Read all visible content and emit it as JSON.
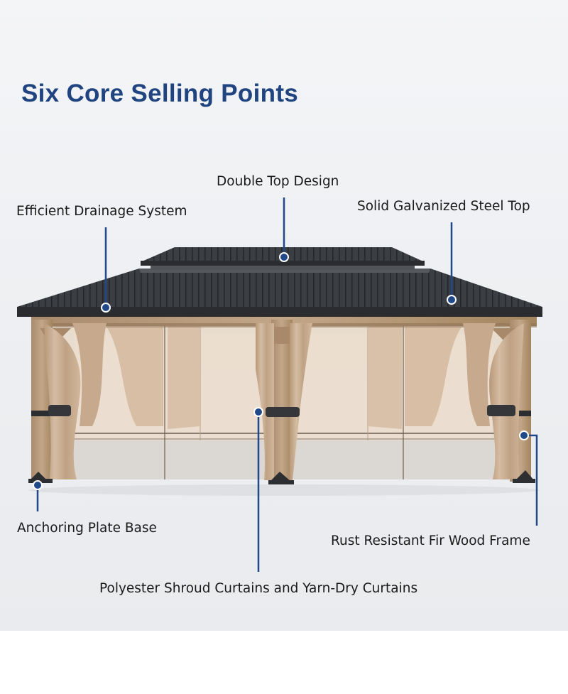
{
  "title": "Six Core Selling Points",
  "colors": {
    "title": "#1f4480",
    "callout": "#21498a",
    "roof": "#3a3d42",
    "wood": "#b79a7c",
    "curtain": "#c9ad92"
  },
  "features": {
    "drainage": "Efficient Drainage System",
    "double_top": "Double Top Design",
    "steel_top": "Solid Galvanized Steel Top",
    "anchoring": "Anchoring Plate Base",
    "wood_frame": "Rust Resistant Fir Wood Frame",
    "curtains": "Polyester Shroud Curtains and Yarn-Dry Curtains"
  }
}
